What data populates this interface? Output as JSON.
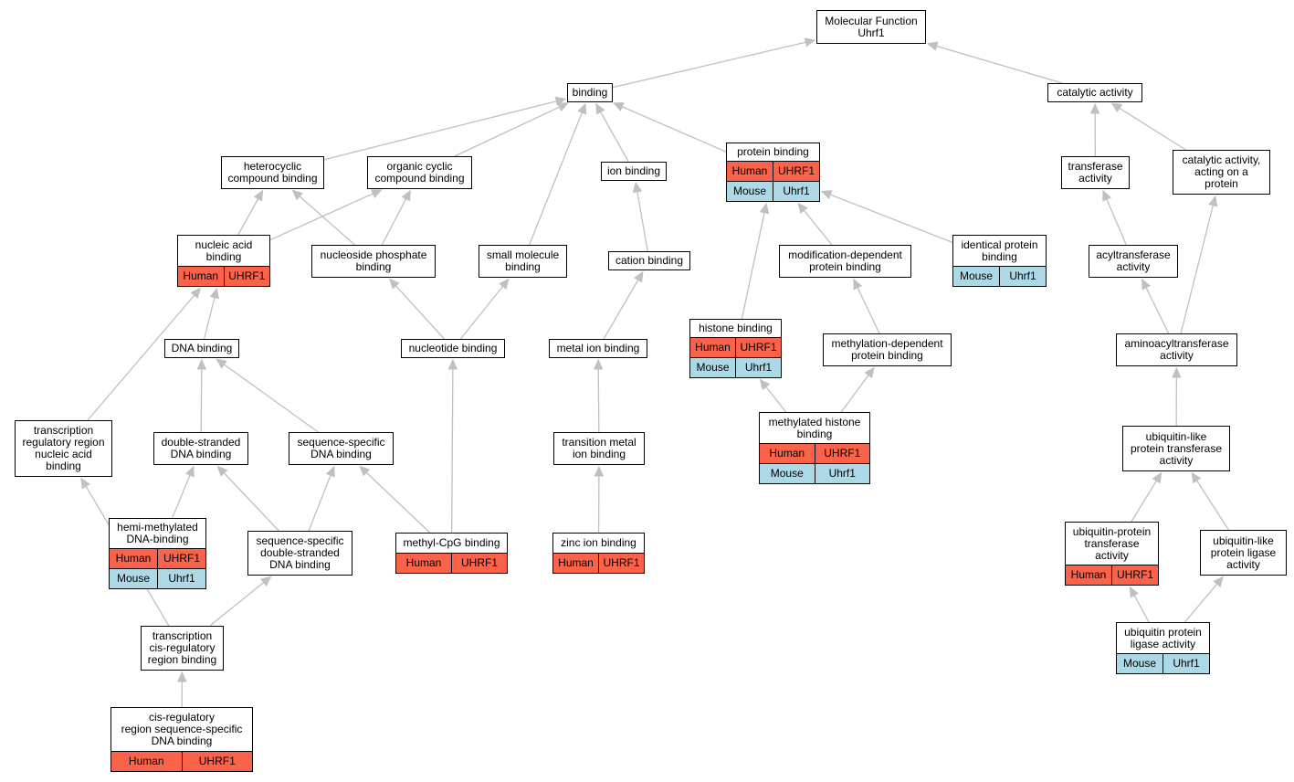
{
  "colors": {
    "edge": "#c0c0c0",
    "human": "#fa6349",
    "mouse": "#add8e6",
    "node_border": "#000000",
    "node_fill": "#ffffff"
  },
  "nodes": [
    {
      "id": "mf",
      "label": "Molecular Function\nUhrf1",
      "annotations": []
    },
    {
      "id": "binding",
      "label": "binding",
      "annotations": []
    },
    {
      "id": "catalytic",
      "label": "catalytic activity",
      "annotations": []
    },
    {
      "id": "heterocyclic",
      "label": "heterocyclic\ncompound binding",
      "annotations": []
    },
    {
      "id": "organic",
      "label": "organic cyclic\ncompound binding",
      "annotations": []
    },
    {
      "id": "ion",
      "label": "ion binding",
      "annotations": []
    },
    {
      "id": "protein",
      "label": "protein binding",
      "annotations": [
        {
          "species": "Human",
          "gene": "UHRF1"
        },
        {
          "species": "Mouse",
          "gene": "Uhrf1"
        }
      ]
    },
    {
      "id": "transferase",
      "label": "transferase\nactivity",
      "annotations": []
    },
    {
      "id": "catprotein",
      "label": "catalytic activity,\nacting on a\nprotein",
      "annotations": []
    },
    {
      "id": "nucleic",
      "label": "nucleic acid\nbinding",
      "annotations": [
        {
          "species": "Human",
          "gene": "UHRF1"
        }
      ]
    },
    {
      "id": "nucleoside",
      "label": "nucleoside phosphate\nbinding",
      "annotations": []
    },
    {
      "id": "smallmol",
      "label": "small molecule\nbinding",
      "annotations": []
    },
    {
      "id": "cation",
      "label": "cation binding",
      "annotations": []
    },
    {
      "id": "moddep",
      "label": "modification-dependent\nprotein binding",
      "annotations": []
    },
    {
      "id": "identical",
      "label": "identical protein\nbinding",
      "annotations": [
        {
          "species": "Mouse",
          "gene": "Uhrf1"
        }
      ]
    },
    {
      "id": "acyl",
      "label": "acyltransferase\nactivity",
      "annotations": []
    },
    {
      "id": "dna",
      "label": "DNA binding",
      "annotations": []
    },
    {
      "id": "nucleotide",
      "label": "nucleotide binding",
      "annotations": []
    },
    {
      "id": "metal",
      "label": "metal ion binding",
      "annotations": []
    },
    {
      "id": "histone",
      "label": "histone binding",
      "annotations": [
        {
          "species": "Human",
          "gene": "UHRF1"
        },
        {
          "species": "Mouse",
          "gene": "Uhrf1"
        }
      ]
    },
    {
      "id": "methdep",
      "label": "methylation-dependent\nprotein binding",
      "annotations": []
    },
    {
      "id": "aminoacyl",
      "label": "aminoacyltransferase\nactivity",
      "annotations": []
    },
    {
      "id": "trreg",
      "label": "transcription\nregulatory region\nnucleic acid\nbinding",
      "annotations": []
    },
    {
      "id": "dsdna",
      "label": "double-stranded\nDNA binding",
      "annotations": []
    },
    {
      "id": "ssdna",
      "label": "sequence-specific\nDNA binding",
      "annotations": []
    },
    {
      "id": "transmetal",
      "label": "transition metal\nion binding",
      "annotations": []
    },
    {
      "id": "methhist",
      "label": "methylated histone\nbinding",
      "annotations": [
        {
          "species": "Human",
          "gene": "UHRF1"
        },
        {
          "species": "Mouse",
          "gene": "Uhrf1"
        }
      ]
    },
    {
      "id": "ubllike",
      "label": "ubiquitin-like\nprotein transferase\nactivity",
      "annotations": []
    },
    {
      "id": "hemi",
      "label": "hemi-methylated\nDNA-binding",
      "annotations": [
        {
          "species": "Human",
          "gene": "UHRF1"
        },
        {
          "species": "Mouse",
          "gene": "Uhrf1"
        }
      ]
    },
    {
      "id": "ssdsdna",
      "label": "sequence-specific\ndouble-stranded\nDNA binding",
      "annotations": []
    },
    {
      "id": "methcpg",
      "label": "methyl-CpG binding",
      "annotations": [
        {
          "species": "Human",
          "gene": "UHRF1"
        }
      ]
    },
    {
      "id": "zinc",
      "label": "zinc ion binding",
      "annotations": [
        {
          "species": "Human",
          "gene": "UHRF1"
        }
      ]
    },
    {
      "id": "ubprottrans",
      "label": "ubiquitin-protein\ntransferase\nactivity",
      "annotations": [
        {
          "species": "Human",
          "gene": "UHRF1"
        }
      ]
    },
    {
      "id": "ubligase",
      "label": "ubiquitin-like\nprotein ligase\nactivity",
      "annotations": []
    },
    {
      "id": "transcis",
      "label": "transcription\ncis-regulatory\nregion binding",
      "annotations": []
    },
    {
      "id": "ubprotligase",
      "label": "ubiquitin protein\nligase activity",
      "annotations": [
        {
          "species": "Mouse",
          "gene": "Uhrf1"
        }
      ]
    },
    {
      "id": "cisreg",
      "label": "cis-regulatory\nregion sequence-specific\nDNA binding",
      "annotations": [
        {
          "species": "Human",
          "gene": "UHRF1"
        }
      ]
    }
  ],
  "edges": [
    {
      "from": "binding",
      "to": "mf"
    },
    {
      "from": "catalytic",
      "to": "mf"
    },
    {
      "from": "heterocyclic",
      "to": "binding"
    },
    {
      "from": "organic",
      "to": "binding"
    },
    {
      "from": "smallmol",
      "to": "binding"
    },
    {
      "from": "ion",
      "to": "binding"
    },
    {
      "from": "protein",
      "to": "binding"
    },
    {
      "from": "transferase",
      "to": "catalytic"
    },
    {
      "from": "catprotein",
      "to": "catalytic"
    },
    {
      "from": "nucleic",
      "to": "heterocyclic"
    },
    {
      "from": "nucleic",
      "to": "organic"
    },
    {
      "from": "nucleoside",
      "to": "heterocyclic"
    },
    {
      "from": "nucleoside",
      "to": "organic"
    },
    {
      "from": "cation",
      "to": "ion"
    },
    {
      "from": "histone",
      "to": "protein"
    },
    {
      "from": "moddep",
      "to": "protein"
    },
    {
      "from": "identical",
      "to": "protein"
    },
    {
      "from": "acyl",
      "to": "transferase"
    },
    {
      "from": "aminoacyl",
      "to": "catprotein"
    },
    {
      "from": "dna",
      "to": "nucleic"
    },
    {
      "from": "trreg",
      "to": "nucleic"
    },
    {
      "from": "nucleotide",
      "to": "nucleoside"
    },
    {
      "from": "nucleotide",
      "to": "smallmol"
    },
    {
      "from": "metal",
      "to": "cation"
    },
    {
      "from": "methdep",
      "to": "moddep"
    },
    {
      "from": "aminoacyl",
      "to": "acyl"
    },
    {
      "from": "dsdna",
      "to": "dna"
    },
    {
      "from": "ssdna",
      "to": "dna"
    },
    {
      "from": "methcpg",
      "to": "nucleotide"
    },
    {
      "from": "transmetal",
      "to": "metal"
    },
    {
      "from": "methhist",
      "to": "histone"
    },
    {
      "from": "methhist",
      "to": "methdep"
    },
    {
      "from": "ubllike",
      "to": "aminoacyl"
    },
    {
      "from": "transcis",
      "to": "trreg"
    },
    {
      "from": "hemi",
      "to": "dsdna"
    },
    {
      "from": "ssdsdna",
      "to": "dsdna"
    },
    {
      "from": "ssdsdna",
      "to": "ssdna"
    },
    {
      "from": "methcpg",
      "to": "ssdna"
    },
    {
      "from": "zinc",
      "to": "transmetal"
    },
    {
      "from": "ubprottrans",
      "to": "ubllike"
    },
    {
      "from": "ubligase",
      "to": "ubllike"
    },
    {
      "from": "transcis",
      "to": "ssdsdna"
    },
    {
      "from": "ubprotligase",
      "to": "ubprottrans"
    },
    {
      "from": "ubprotligase",
      "to": "ubligase"
    },
    {
      "from": "cisreg",
      "to": "transcis"
    }
  ]
}
